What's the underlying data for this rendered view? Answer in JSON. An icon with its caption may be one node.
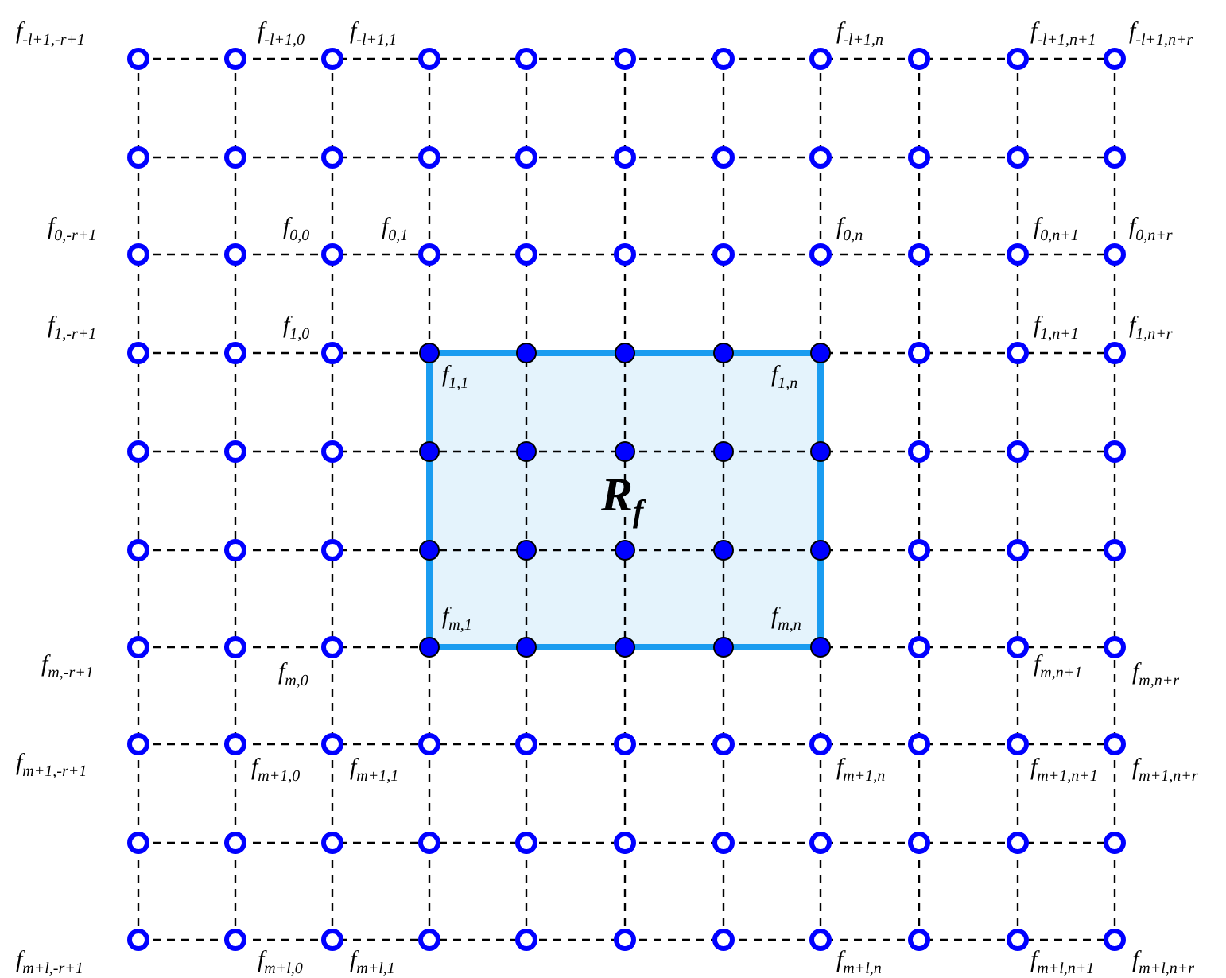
{
  "diagram": {
    "labels": [
      "f$_{-l+1,-r+1}$",
      "f$_{-l+1,0}$",
      "f$_{-l+1,1}$",
      "f$_{-l+1,n}$",
      "f$_{-l+1,n+1}$",
      "f$_{-l+1,n+r}$",
      "f$_{0,-r+1}$",
      "f$_{0,0}$",
      "f$_{0,1}$",
      "f$_{0,n}$",
      "f$_{0,n+1}$",
      "f$_{0,n+r}$",
      "f$_{1,-r+1}$",
      "f$_{1,0}$",
      "f$_{1,n+1}$",
      "f$_{1,n+r}$",
      "f$_{1,1}$",
      "f$_{1,n}$",
      "R$_{f}$",
      "f$_{m,1}$",
      "f$_{m,n}$",
      "f$_{m,-r+1}$",
      "f$_{m,0}$",
      "f$_{m,n+1}$",
      "f$_{m,n+r}$",
      "f$_{m+1,-r+1}$",
      "f$_{m+1,0}$",
      "f$_{m+1,1}$",
      "f$_{m+1,n}$",
      "f$_{m+1,n+1}$",
      "f$_{m+1,n+r}$",
      "f$_{m+l,-r+1}$",
      "f$_{m+l,0}$",
      "f$_{m+l,1}$",
      "f$_{m+l,n}$",
      "f$_{m+l,n+1}$",
      "f$_{m+l,n+r}$"
    ]
  }
}
